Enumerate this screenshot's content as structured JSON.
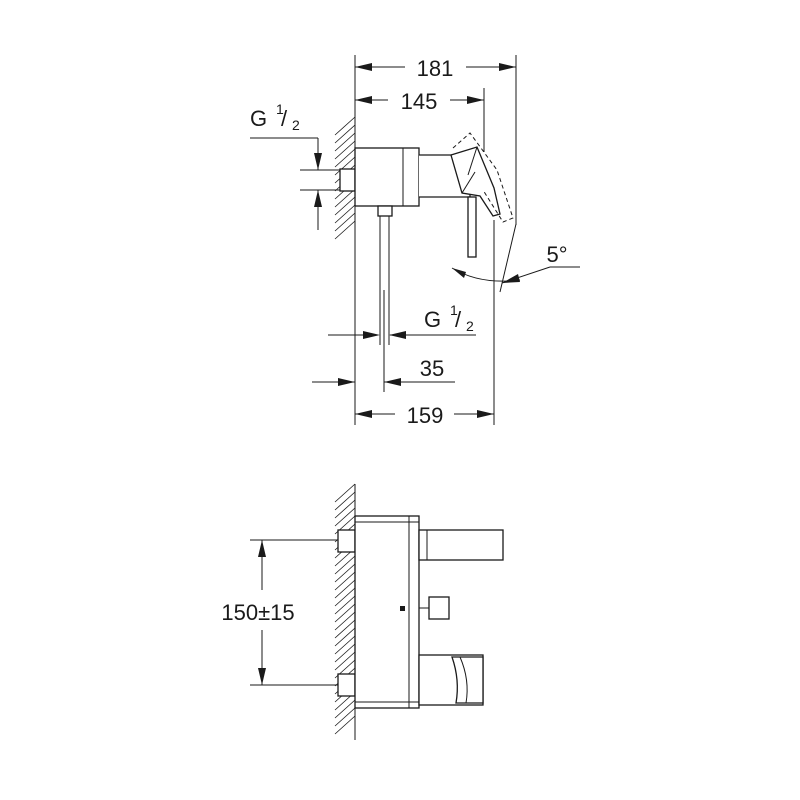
{
  "side_view": {
    "dim_overall": "181",
    "dim_lever": "145",
    "dim_inlet_thread_g": "G",
    "dim_inlet_thread_frac_num": "1",
    "dim_inlet_thread_frac_den": "2",
    "dim_outlet_thread_g": "G",
    "dim_outlet_thread_frac_num": "1",
    "dim_outlet_thread_frac_den": "2",
    "dim_outlet_offset": "35",
    "dim_body_depth": "159",
    "dim_angle": "5°"
  },
  "front_view": {
    "dim_inlet_spacing": "150±15"
  },
  "colors": {
    "line": "#1a1a1a",
    "background": "#ffffff"
  }
}
